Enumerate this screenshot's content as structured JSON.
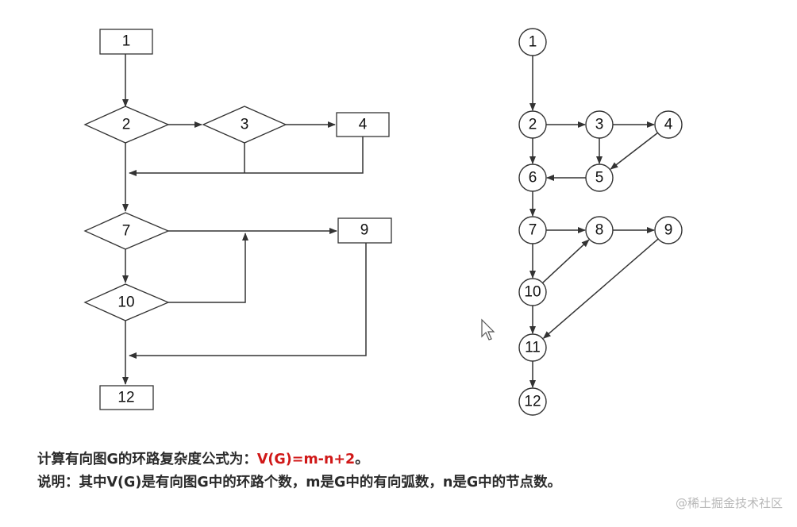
{
  "flowchart": {
    "nodes": [
      {
        "id": "1",
        "shape": "box"
      },
      {
        "id": "2",
        "shape": "diamond"
      },
      {
        "id": "3",
        "shape": "diamond"
      },
      {
        "id": "4",
        "shape": "box"
      },
      {
        "id": "7",
        "shape": "diamond"
      },
      {
        "id": "9",
        "shape": "box"
      },
      {
        "id": "10",
        "shape": "diamond"
      },
      {
        "id": "12",
        "shape": "box"
      }
    ]
  },
  "flowgraph": {
    "nodes": [
      "1",
      "2",
      "3",
      "4",
      "5",
      "6",
      "7",
      "8",
      "9",
      "10",
      "11",
      "12"
    ],
    "edges": [
      [
        "1",
        "2"
      ],
      [
        "2",
        "3"
      ],
      [
        "3",
        "4"
      ],
      [
        "2",
        "6"
      ],
      [
        "3",
        "5"
      ],
      [
        "4",
        "5"
      ],
      [
        "5",
        "6"
      ],
      [
        "6",
        "7"
      ],
      [
        "7",
        "8"
      ],
      [
        "8",
        "9"
      ],
      [
        "7",
        "10"
      ],
      [
        "10",
        "8"
      ],
      [
        "10",
        "11"
      ],
      [
        "9",
        "11"
      ],
      [
        "11",
        "12"
      ]
    ]
  },
  "caption": {
    "line1_text": "计算有向图G的环路复杂度公式为：",
    "line1_formula": "V(G)=m-n+2",
    "line1_end": "。",
    "line2": "说明：其中V(G)是有向图G中的环路个数，m是G中的有向弧数，n是G中的节点数。"
  },
  "watermark": "@稀土掘金技术社区",
  "colors": {
    "line": "#333333",
    "formula": "#d01818",
    "text": "#2a2a2a"
  }
}
